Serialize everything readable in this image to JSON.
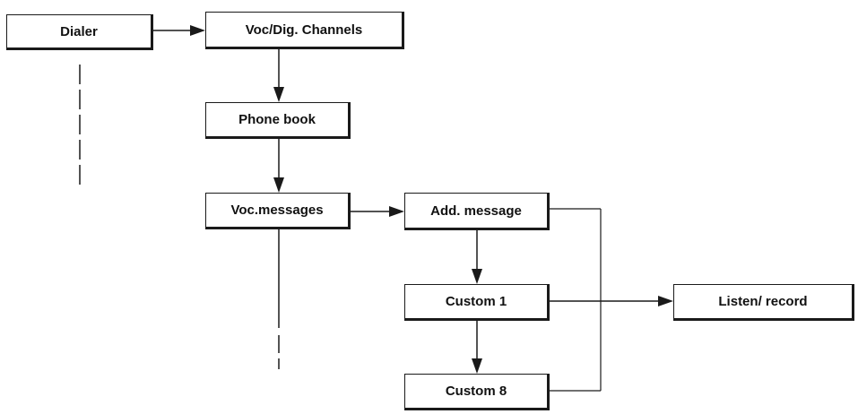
{
  "diagram": {
    "boxes": {
      "dialer": "Dialer",
      "voc_dig_channels": "Voc/Dig. Channels",
      "phone_book": "Phone book",
      "voc_messages": "Voc.messages",
      "add_message": "Add. message",
      "custom_1": "Custom 1",
      "listen_record": "Listen/ record",
      "custom_8": "Custom 8"
    },
    "line_color": "#1a1a1a"
  }
}
